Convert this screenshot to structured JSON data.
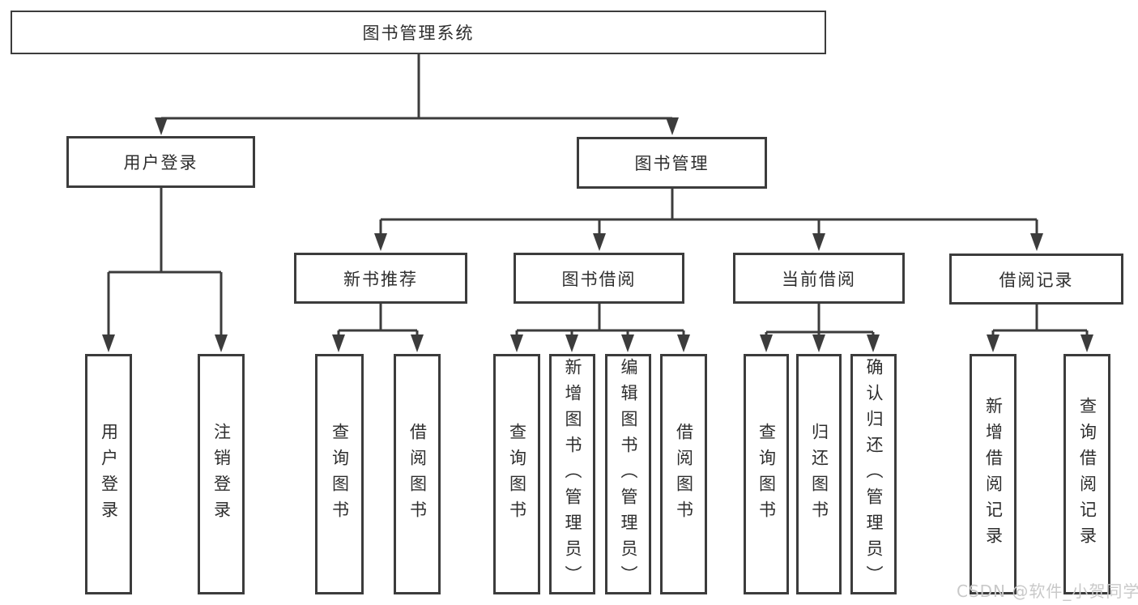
{
  "diagram": {
    "root": {
      "label": "图书管理系统"
    },
    "level1": [
      {
        "label": "用户登录"
      },
      {
        "label": "图书管理"
      }
    ],
    "level2": [
      {
        "label": "新书推荐"
      },
      {
        "label": "图书借阅"
      },
      {
        "label": "当前借阅"
      },
      {
        "label": "借阅记录"
      }
    ],
    "leaves": {
      "user_login": [
        {
          "label": "用户登录"
        },
        {
          "label": "注销登录"
        }
      ],
      "new_book_recommend": [
        {
          "label": "查询图书"
        },
        {
          "label": "借阅图书"
        }
      ],
      "book_borrow": [
        {
          "label": "查询图书"
        },
        {
          "label": "新增图书（管理员）"
        },
        {
          "label": "编辑图书（管理员）"
        },
        {
          "label": "借阅图书"
        }
      ],
      "current_borrow": [
        {
          "label": "查询图书"
        },
        {
          "label": "归还图书"
        },
        {
          "label": "确认归还（管理员）"
        }
      ],
      "borrow_record": [
        {
          "label": "新增借阅记录"
        },
        {
          "label": "查询借阅记录"
        }
      ]
    },
    "watermark": "CSDN @软件_小贺同学",
    "colors": {
      "line": "#3c3c3c",
      "text": "#2e2e2e",
      "watermark": "#c9c9c9",
      "background": "#ffffff"
    }
  }
}
